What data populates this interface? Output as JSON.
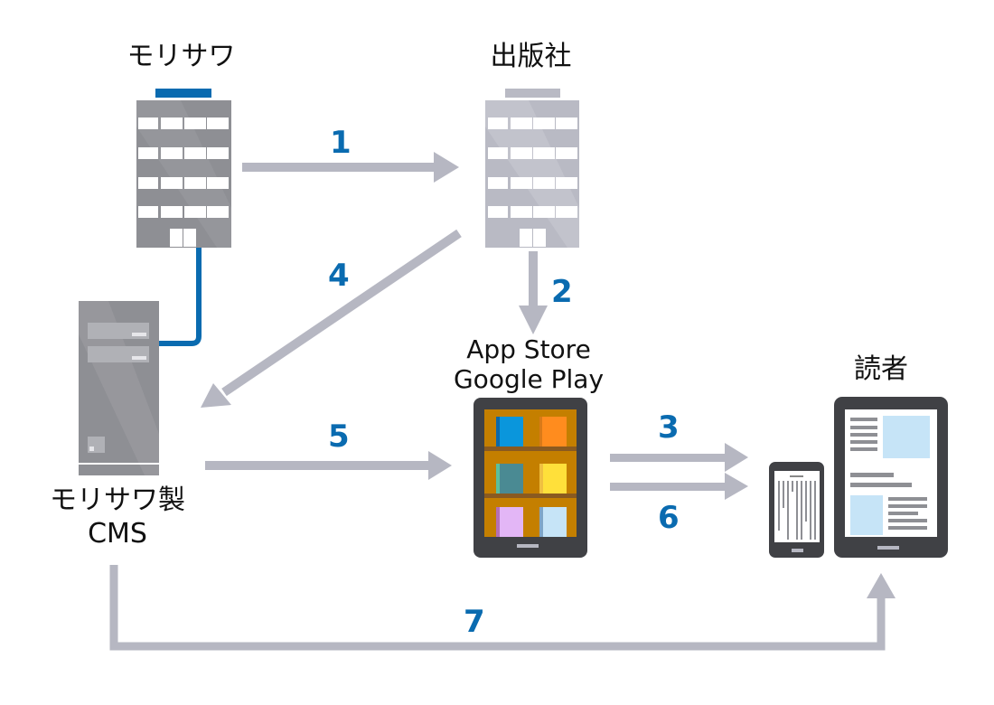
{
  "nodes": {
    "morisawa": {
      "label": "モリサワ"
    },
    "publisher": {
      "label": "出版社"
    },
    "cms": {
      "label_line1": "モリサワ製",
      "label_line2": "CMS"
    },
    "store": {
      "label_line1": "App Store",
      "label_line2": "Google Play"
    },
    "reader": {
      "label": "読者"
    }
  },
  "steps": [
    {
      "number": "1",
      "from": "morisawa",
      "to": "publisher"
    },
    {
      "number": "2",
      "from": "publisher",
      "to": "store"
    },
    {
      "number": "3",
      "from": "store",
      "to": "reader"
    },
    {
      "number": "4",
      "from": "publisher",
      "to": "cms"
    },
    {
      "number": "5",
      "from": "cms",
      "to": "store"
    },
    {
      "number": "6",
      "from": "store",
      "to": "reader"
    },
    {
      "number": "7",
      "from": "cms",
      "to": "reader"
    }
  ],
  "colors": {
    "accent_blue": "#0a6bb0",
    "arrow_gray": "#b6b7c2",
    "building_dark": "#8c8d92",
    "building_light": "#b9bac4",
    "device_frame": "#404145",
    "shelf": "#c47f00"
  }
}
